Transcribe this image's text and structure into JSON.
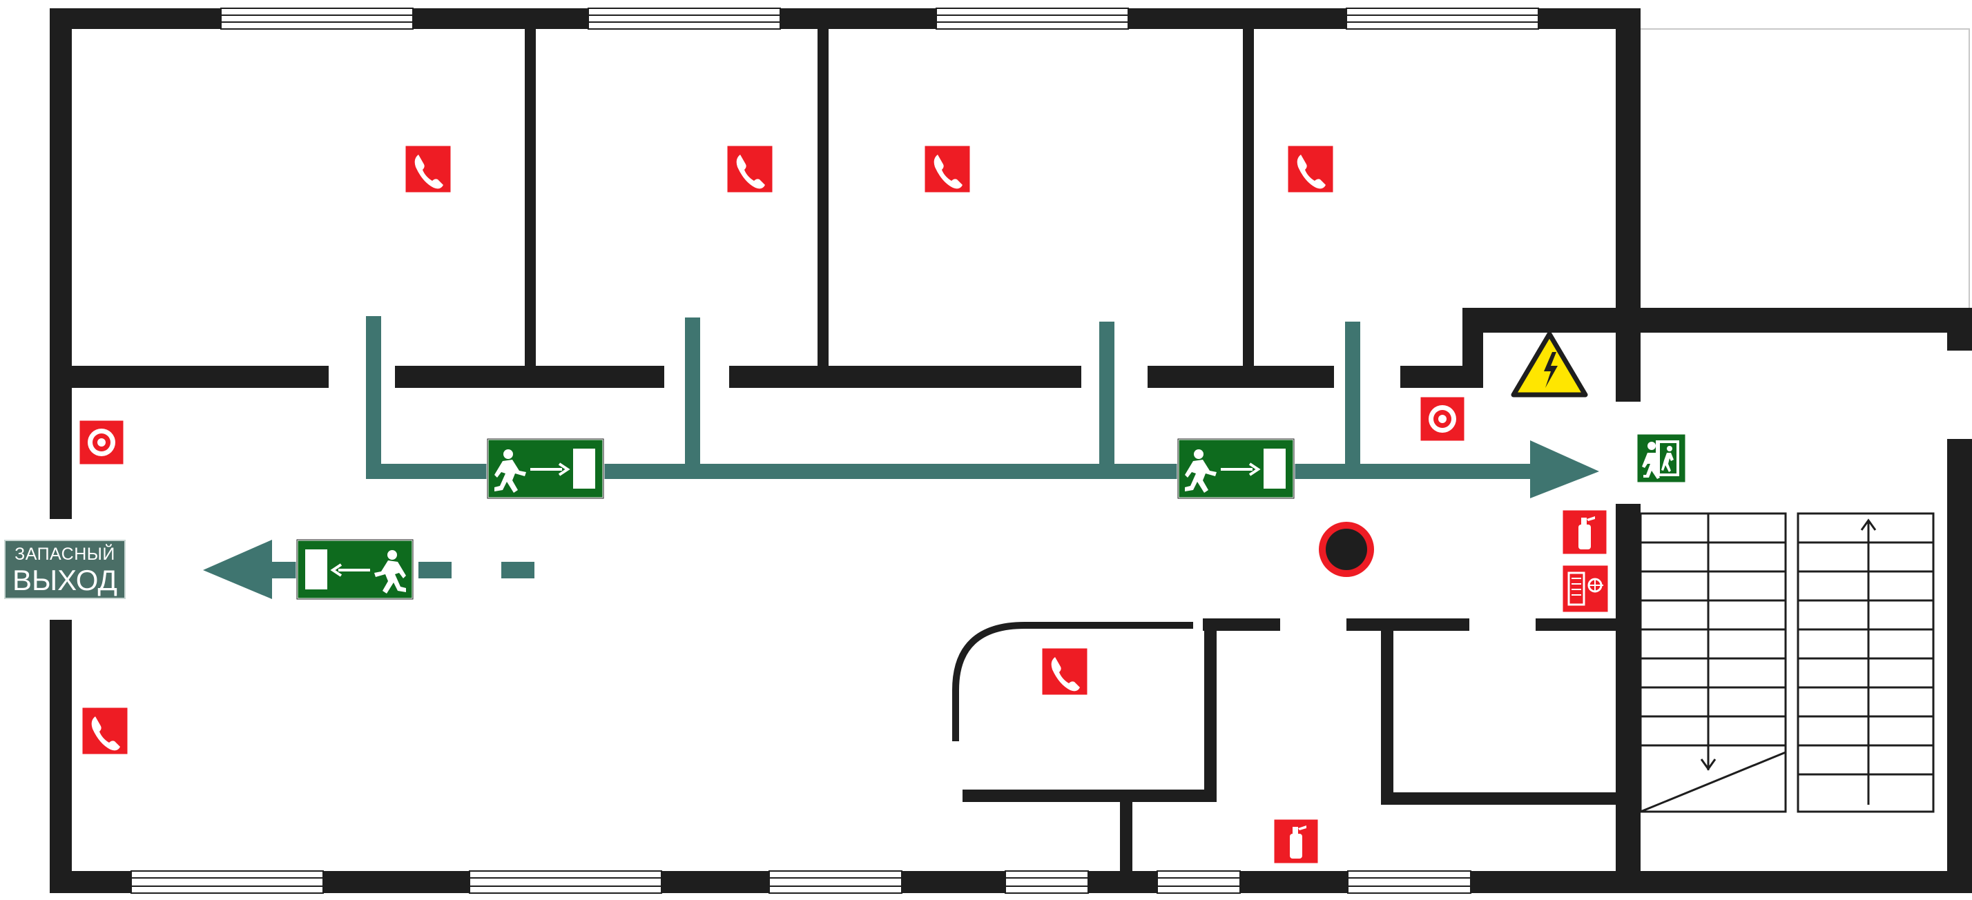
{
  "plan": {
    "colors": {
      "wall": "#1e1e1e",
      "route": "#3f7570",
      "sign_green": "#0e6b1e",
      "sign_red": "#ee1c24",
      "warning_yellow": "#ffe600",
      "exit_label_bg": "#4a6e66"
    },
    "emergency_exit": {
      "line1": "ЗАПАСНЫЙ",
      "line2": "ВЫХОД"
    },
    "symbols": {
      "phones": 6,
      "fire_extinguishers": 2,
      "fire_alarm_buttons": 2,
      "fire_hose_cabinets": 1,
      "exit_signs_right": 2,
      "exit_signs_left": 1,
      "exit_door_signs": 1,
      "high_voltage_warnings": 1,
      "you_are_here_markers": 1
    }
  }
}
